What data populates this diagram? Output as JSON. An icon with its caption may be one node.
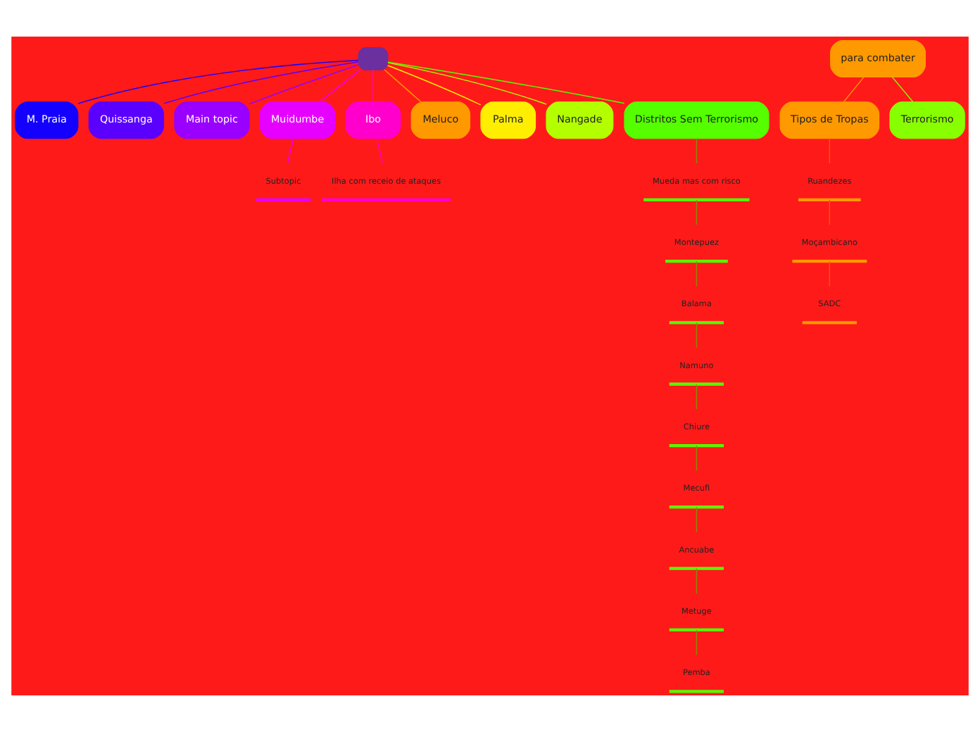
{
  "diagram": {
    "nodes": [
      {
        "text": [],
        "shape": "box"
      },
      {
        "text": [
          "M. Praia"
        ]
      },
      {
        "text": [
          "Quissanga"
        ]
      },
      {
        "text": [
          "Main topic"
        ]
      },
      {
        "text": [
          "Muidumbe"
        ]
      },
      {
        "text": [
          "Ibo"
        ]
      },
      {
        "text": [
          "Meluco"
        ]
      },
      {
        "text": [
          "Palma"
        ]
      },
      {
        "text": [
          "Nangade"
        ]
      },
      {
        "text": [
          "Distritos Sem Terrorismo"
        ]
      },
      {
        "text": [
          "Subtopic"
        ]
      },
      {
        "text": [
          "Ilha com receio de ataques"
        ]
      },
      {
        "text": [
          "Tipos de Tropas"
        ]
      },
      {
        "text": [
          "Ruandezes"
        ]
      },
      {
        "text": [
          "Moçambicano"
        ]
      },
      {
        "text": [
          "SADC"
        ]
      },
      {
        "text": [
          "para combater"
        ]
      },
      {
        "text": [
          "Terrorismo"
        ]
      },
      {
        "text": [
          "Mueda mas com risco"
        ]
      },
      {
        "text": [
          "Montepuez"
        ]
      },
      {
        "text": [
          "Balama"
        ]
      },
      {
        "text": [
          "Namuno"
        ]
      },
      {
        "text": [
          "Chiure"
        ]
      },
      {
        "text": [
          "Mecufi"
        ]
      },
      {
        "text": [
          "Ancuabe"
        ]
      },
      {
        "text": [
          "Metuge"
        ]
      },
      {
        "text": [
          "Pemba"
        ]
      }
    ],
    "edges": [
      {
        "from": 0,
        "to": 1,
        "arrow": "none",
        "color": "#1400ff"
      },
      {
        "from": 0,
        "to": 2,
        "arrow": "none",
        "color": "#5a00ff"
      },
      {
        "from": 0,
        "to": 3,
        "arrow": "none",
        "color": "#9900ff"
      },
      {
        "from": 0,
        "to": 4,
        "arrow": "none",
        "color": "#e600ff"
      },
      {
        "from": 0,
        "to": 5,
        "arrow": "none",
        "color": "#ff00cc"
      },
      {
        "from": 0,
        "to": 6,
        "arrow": "none",
        "color": "#ff9900"
      },
      {
        "from": 0,
        "to": 7,
        "arrow": "none",
        "color": "#ffee00"
      },
      {
        "from": 0,
        "to": 8,
        "arrow": "none",
        "color": "#b3ff00"
      },
      {
        "from": 0,
        "to": 9,
        "arrow": "none",
        "color": "#55ff00"
      },
      {
        "from": 4,
        "to": 10,
        "arrow": "none",
        "color": "#e600ff"
      },
      {
        "from": 5,
        "to": 11,
        "arrow": "none",
        "color": "#ff00cc"
      },
      {
        "from": 16,
        "to": 12,
        "arrow": "none",
        "color": "#ff9900"
      },
      {
        "from": 16,
        "to": 17,
        "arrow": "none",
        "color": "#88ff00"
      },
      {
        "from": 12,
        "to": 13,
        "arrow": "none",
        "color": "#ff5500"
      },
      {
        "from": 13,
        "to": 14,
        "arrow": "none",
        "color": "#ff5500"
      },
      {
        "from": 14,
        "to": 15,
        "arrow": "none",
        "color": "#ff5500"
      },
      {
        "from": 9,
        "to": 18,
        "arrow": "none",
        "color": "#8a8a00"
      },
      {
        "from": 18,
        "to": 19,
        "arrow": "none",
        "color": "#8a8a00"
      },
      {
        "from": 19,
        "to": 20,
        "arrow": "none",
        "color": "#8a8a00"
      },
      {
        "from": 20,
        "to": 21,
        "arrow": "none",
        "color": "#8a8a00"
      },
      {
        "from": 21,
        "to": 22,
        "arrow": "none",
        "color": "#8a8a00"
      },
      {
        "from": 22,
        "to": 23,
        "arrow": "none",
        "color": "#8a8a00"
      },
      {
        "from": 23,
        "to": 24,
        "arrow": "none",
        "color": "#8a8a00"
      },
      {
        "from": 24,
        "to": 25,
        "arrow": "none",
        "color": "#8a8a00"
      },
      {
        "from": 25,
        "to": 26,
        "arrow": "none",
        "color": "#8a8a00"
      }
    ]
  }
}
